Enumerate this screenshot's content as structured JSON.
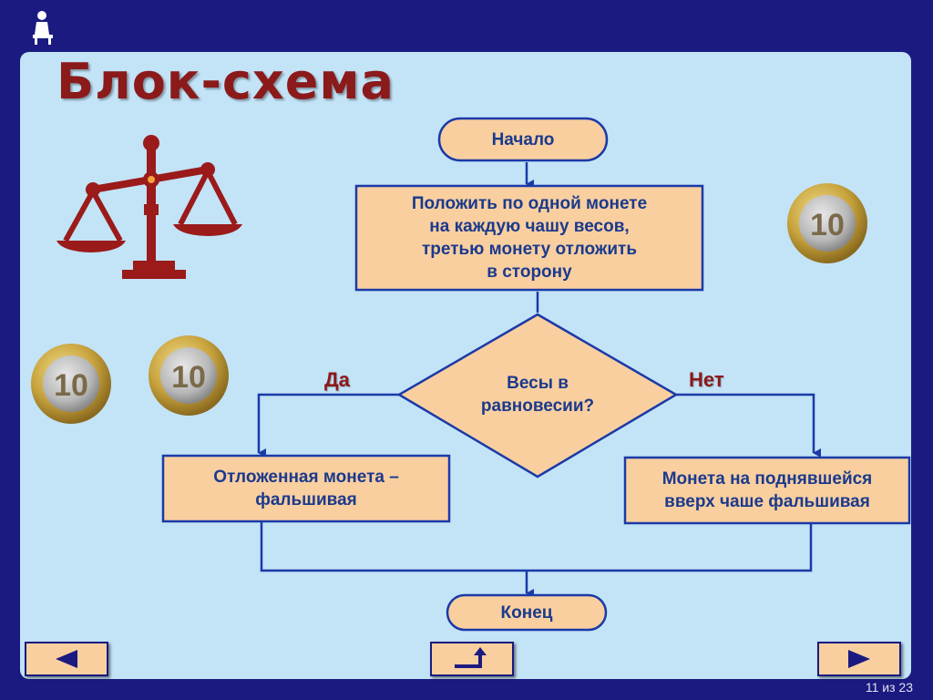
{
  "slide": {
    "title": "Блок-схема",
    "page_counter": "11 из 23"
  },
  "flowchart": {
    "start": "Начало",
    "process": "Положить по одной монете\nна каждую чашу весов,\nтретью монету отложить\nв сторону",
    "decision": "Весы в\nравновесии?",
    "yes_label": "Да",
    "no_label": "Нет",
    "yes_result": "Отложенная монета –\nфальшивая",
    "no_result": "Монета на поднявшейся\nвверх чаше фальшивая",
    "end": "Конец"
  },
  "coins": {
    "denomination": "10"
  },
  "navigation": {
    "prev_icon": "triangle-left-icon",
    "return_icon": "return-arrow-icon",
    "next_icon": "triangle-right-icon"
  },
  "colors": {
    "background": "#1a1a80",
    "panel": "#c3e3f7",
    "node_fill": "#f9cfa0",
    "node_border": "#1a3aa8",
    "text": "#1b3a8c",
    "title": "#8b1a1a",
    "scales": "#9b1a1a"
  }
}
